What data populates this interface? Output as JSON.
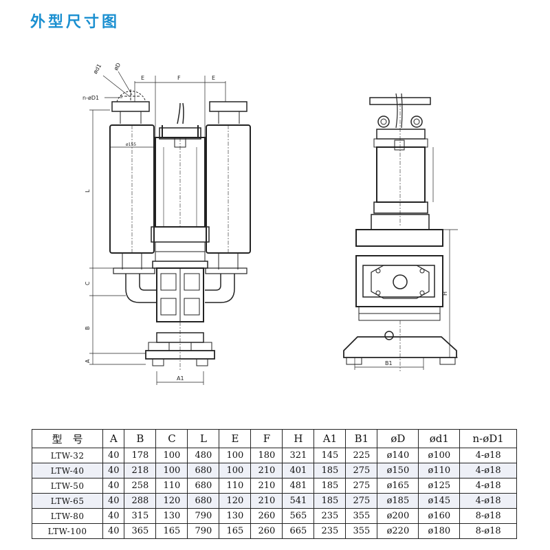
{
  "title": "外型尺寸图",
  "drawing_labels": {
    "d1": "ød1",
    "D": "øD",
    "nD1": "n-øD1",
    "E": "E",
    "F": "F",
    "diam155": "ø155",
    "L": "L",
    "C": "C",
    "B": "B",
    "A": "A",
    "A1": "A1",
    "H": "H",
    "B1": "B1"
  },
  "table": {
    "headers": [
      "型　号",
      "A",
      "B",
      "C",
      "L",
      "E",
      "F",
      "H",
      "A1",
      "B1",
      "øD",
      "ød1",
      "n-øD1"
    ],
    "rows": [
      [
        "LTW-32",
        "40",
        "178",
        "100",
        "480",
        "100",
        "180",
        "321",
        "145",
        "225",
        "ø140",
        "ø100",
        "4-ø18"
      ],
      [
        "LTW-40",
        "40",
        "218",
        "100",
        "680",
        "100",
        "210",
        "401",
        "185",
        "275",
        "ø150",
        "ø110",
        "4-ø18"
      ],
      [
        "LTW-50",
        "40",
        "258",
        "110",
        "680",
        "110",
        "210",
        "481",
        "185",
        "275",
        "ø165",
        "ø125",
        "4-ø18"
      ],
      [
        "LTW-65",
        "40",
        "288",
        "120",
        "680",
        "120",
        "210",
        "541",
        "185",
        "275",
        "ø185",
        "ø145",
        "4-ø18"
      ],
      [
        "LTW-80",
        "40",
        "315",
        "130",
        "790",
        "130",
        "260",
        "565",
        "235",
        "355",
        "ø200",
        "ø160",
        "8-ø18"
      ],
      [
        "LTW-100",
        "40",
        "365",
        "165",
        "790",
        "165",
        "260",
        "665",
        "235",
        "355",
        "ø220",
        "ø180",
        "8-ø18"
      ]
    ]
  }
}
